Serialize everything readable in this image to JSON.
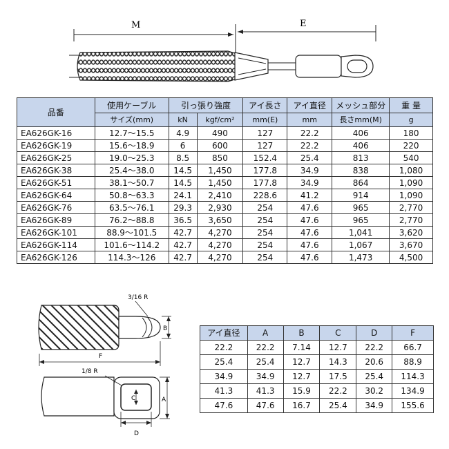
{
  "top_drawing": {
    "label_m": "M",
    "label_e": "E"
  },
  "spec_table": {
    "headers": {
      "model": "品番",
      "cable_size_1": "使用ケーブル",
      "cable_size_2": "サイズ(mm)",
      "tensile": "引っ張り強度",
      "tensile_kn": "kN",
      "tensile_kgf": "kgf/cm²",
      "eye_length_1": "アイ長さ",
      "eye_length_2": "mm(E)",
      "eye_dia_1": "アイ直径",
      "eye_dia_2": "mm",
      "mesh_1": "メッシュ部分",
      "mesh_2": "長さmm(M)",
      "weight_1": "重 量",
      "weight_2": "g"
    },
    "rows": [
      [
        "EA626GK-16",
        "12.7～15.5",
        "4.9",
        "490",
        "127",
        "22.2",
        "406",
        "180"
      ],
      [
        "EA626GK-19",
        "15.6～18.9",
        "6",
        "600",
        "127",
        "22.2",
        "406",
        "220"
      ],
      [
        "EA626GK-25",
        "19.0～25.3",
        "8.5",
        "850",
        "152.4",
        "25.4",
        "813",
        "540"
      ],
      [
        "EA626GK-38",
        "25.4～38.0",
        "14.5",
        "1,450",
        "177.8",
        "34.9",
        "838",
        "1,080"
      ],
      [
        "EA626GK-51",
        "38.1～50.7",
        "14.5",
        "1,450",
        "177.8",
        "34.9",
        "864",
        "1,090"
      ],
      [
        "EA626GK-64",
        "50.8～63.3",
        "24.1",
        "2,410",
        "228.6",
        "41.2",
        "914",
        "1,090"
      ],
      [
        "EA626GK-76",
        "63.5～76.1",
        "29.3",
        "2,930",
        "254",
        "47.6",
        "965",
        "2,770"
      ],
      [
        "EA626GK-89",
        "76.2～88.8",
        "36.5",
        "3,650",
        "254",
        "47.6",
        "965",
        "2,770"
      ],
      [
        "EA626GK-101",
        "88.9～101.5",
        "42.7",
        "4,270",
        "254",
        "47.6",
        "1,041",
        "3,620"
      ],
      [
        "EA626GK-114",
        "101.6～114.2",
        "42.7",
        "4,270",
        "254",
        "47.6",
        "1,067",
        "3,670"
      ],
      [
        "EA626GK-126",
        "114.3～126",
        "42.7",
        "4,270",
        "254",
        "47.6",
        "1,473",
        "4,500"
      ]
    ]
  },
  "eye_drawing": {
    "label_r316": "3/16 R",
    "label_r18": "1/8 R",
    "label_a": "A",
    "label_b": "B",
    "label_c": "C",
    "label_d": "D",
    "label_f": "F"
  },
  "dim_table": {
    "headers": [
      "アイ直径",
      "A",
      "B",
      "C",
      "D",
      "F"
    ],
    "rows": [
      [
        "22.2",
        "22.2",
        "7.14",
        "12.7",
        "22.2",
        "66.7"
      ],
      [
        "25.4",
        "25.4",
        "12.7",
        "14.3",
        "20.6",
        "88.9"
      ],
      [
        "34.9",
        "34.9",
        "12.7",
        "17.5",
        "25.4",
        "114.3"
      ],
      [
        "41.3",
        "41.3",
        "15.9",
        "22.2",
        "30.2",
        "134.9"
      ],
      [
        "47.6",
        "47.6",
        "16.7",
        "25.4",
        "34.9",
        "155.6"
      ]
    ]
  }
}
